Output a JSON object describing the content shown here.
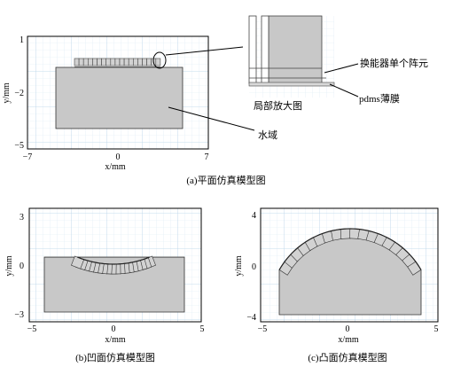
{
  "panel_a": {
    "y_ticks": [
      "1",
      "−2",
      "−5"
    ],
    "x_ticks": [
      "−7",
      "0",
      "7"
    ],
    "xlabel": "x/mm",
    "ylabel": "y/mm",
    "callout_transducer": "换能器单个阵元",
    "callout_pdms": "pdms薄膜",
    "callout_zoom": "局部放大图",
    "callout_water": "水域",
    "caption": "(a)平面仿真模型图"
  },
  "panel_b": {
    "y_ticks": [
      "3",
      "0",
      "−3"
    ],
    "x_ticks": [
      "−5",
      "0",
      "5"
    ],
    "xlabel": "x/mm",
    "ylabel": "y/mm",
    "caption": "(b)凹面仿真模型图"
  },
  "panel_c": {
    "y_ticks": [
      "4",
      "0",
      "−4"
    ],
    "x_ticks": [
      "−5",
      "0",
      "5"
    ],
    "xlabel": "x/mm",
    "ylabel": "y/mm",
    "caption": "(c)凸面仿真模型图"
  },
  "colors": {
    "domain_fill": "#c8c8c8",
    "grid_major": "#aac8e0",
    "grid_minor": "#dceaf5",
    "element_fill": "#d2d2d2"
  }
}
